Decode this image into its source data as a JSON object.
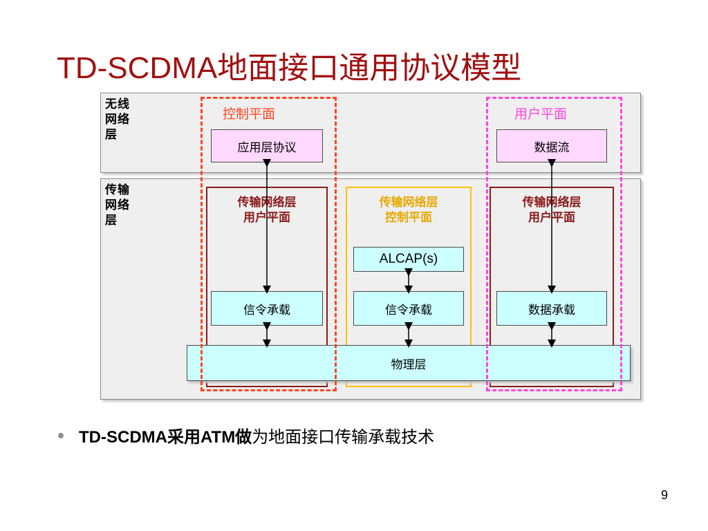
{
  "title": "TD-SCDMA地面接口通用协议模型",
  "diagram": {
    "radio_layer_label": "无线网络层",
    "transport_layer_label": "传输网络层",
    "control_plane_title": "控制平面",
    "user_plane_title": "用户平面",
    "app_protocol": "应用层协议",
    "data_stream": "数据流",
    "tn_user_plane_left": "传输网络层\n用户平面",
    "tn_control_plane": "传输网络层\n控制平面",
    "tn_user_plane_right": "传输网络层\n用户平面",
    "alcap": "ALCAP(s)",
    "signal_bearer_1": "信令承载",
    "signal_bearer_2": "信令承载",
    "data_bearer": "数据承载",
    "physical_layer": "物理层",
    "colors": {
      "control_plane": "#ff4422",
      "user_plane": "#ff44dd",
      "frame_dark": "#8b1a1a",
      "frame_yellow": "#ffc000"
    }
  },
  "bullet": {
    "bold_part": "TD-SCDMA采用ATM做",
    "normal_part": "为地面接口传输承载技术"
  },
  "page_number": "9"
}
